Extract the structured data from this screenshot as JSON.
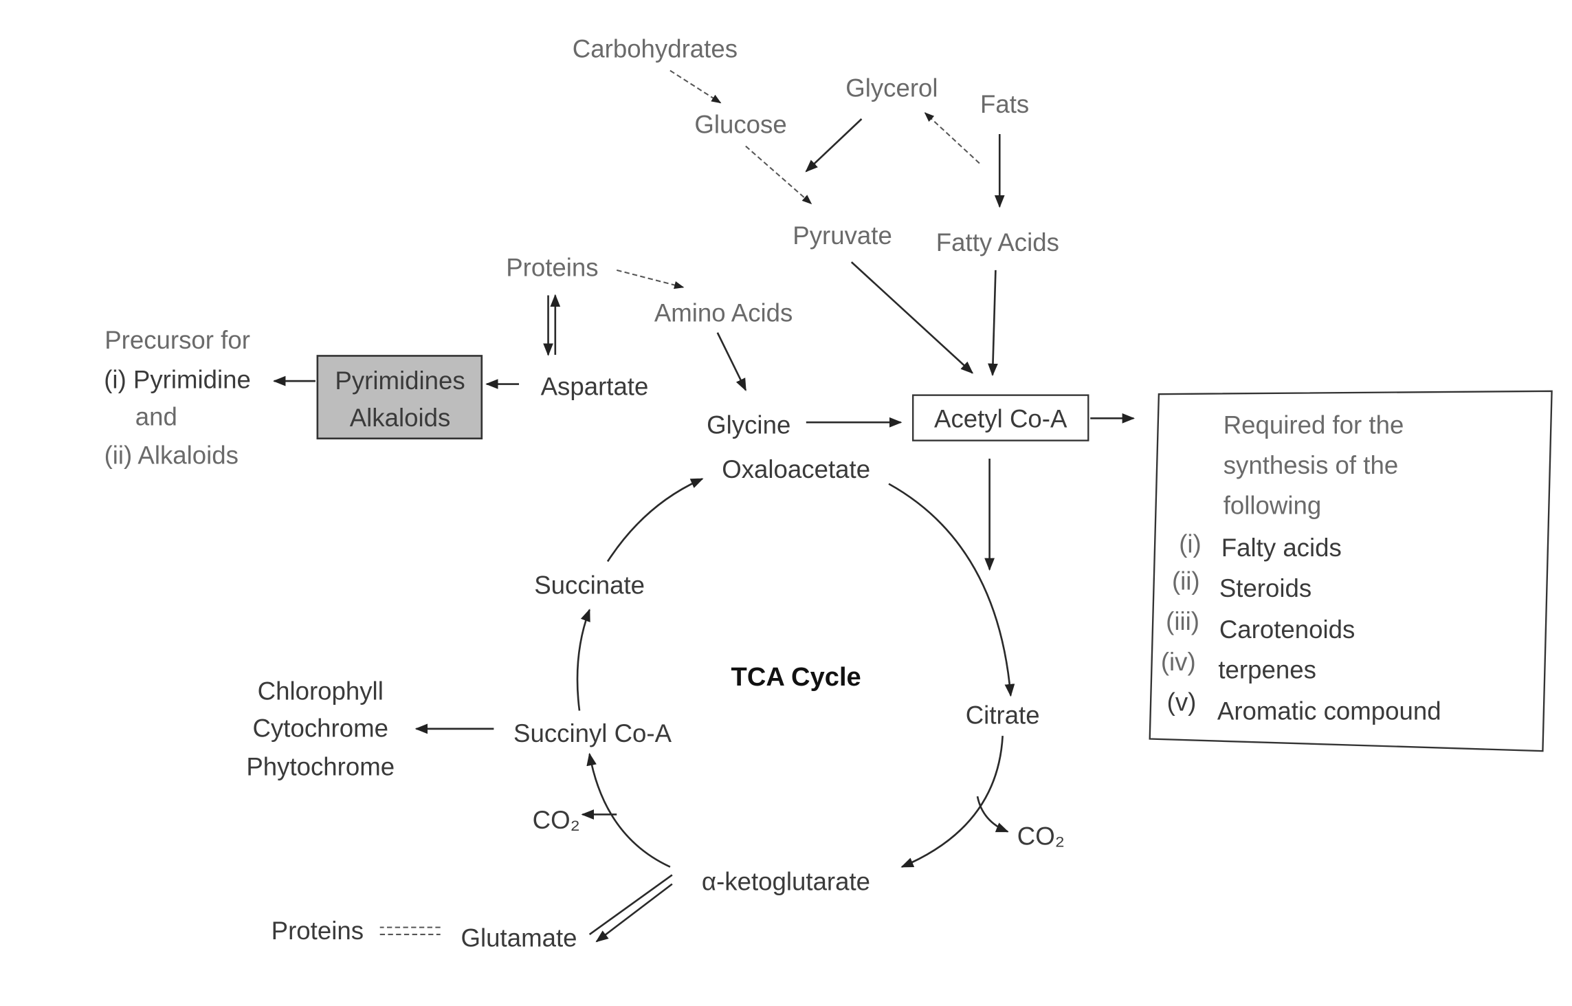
{
  "nodes": {
    "carbohydrates": "Carbohydrates",
    "glucose": "Glucose",
    "glycerol": "Glycerol",
    "fats": "Fats",
    "pyruvate": "Pyruvate",
    "fatty_acids": "Fatty Acids",
    "proteins_top": "Proteins",
    "amino_acids": "Amino Acids",
    "aspartate": "Aspartate",
    "glycine": "Glycine",
    "acetyl_coa": "Acetyl Co-A",
    "oxaloacetate": "Oxaloacetate",
    "succinate": "Succinate",
    "tca_cycle": "TCA Cycle",
    "citrate": "Citrate",
    "succinyl_coa": "Succinyl Co-A",
    "co2_left": "CO₂",
    "co2_right": "CO₂",
    "alpha_ketoglutarate": "α-ketoglutarate",
    "proteins_bottom": "Proteins",
    "glutamate": "Glutamate"
  },
  "pyrimidine_box": [
    "Pyrimidines",
    "Alkaloids"
  ],
  "precursor": [
    "Precursor for",
    "(i) Pyrimidine",
    "and",
    "(ii) Alkaloids"
  ],
  "pigments": [
    "Chlorophyll",
    "Cytochrome",
    "Phytochrome"
  ],
  "required_box": {
    "heading": [
      "Required for the",
      "synthesis of the",
      "following"
    ],
    "items": [
      {
        "num": "(i)",
        "label": "Falty acids"
      },
      {
        "num": "(ii)",
        "label": "Steroids"
      },
      {
        "num": "(iii)",
        "label": "Carotenoids"
      },
      {
        "num": "(iv)",
        "label": "terpenes"
      },
      {
        "num": "(v)",
        "label": "Aromatic compound"
      }
    ]
  }
}
